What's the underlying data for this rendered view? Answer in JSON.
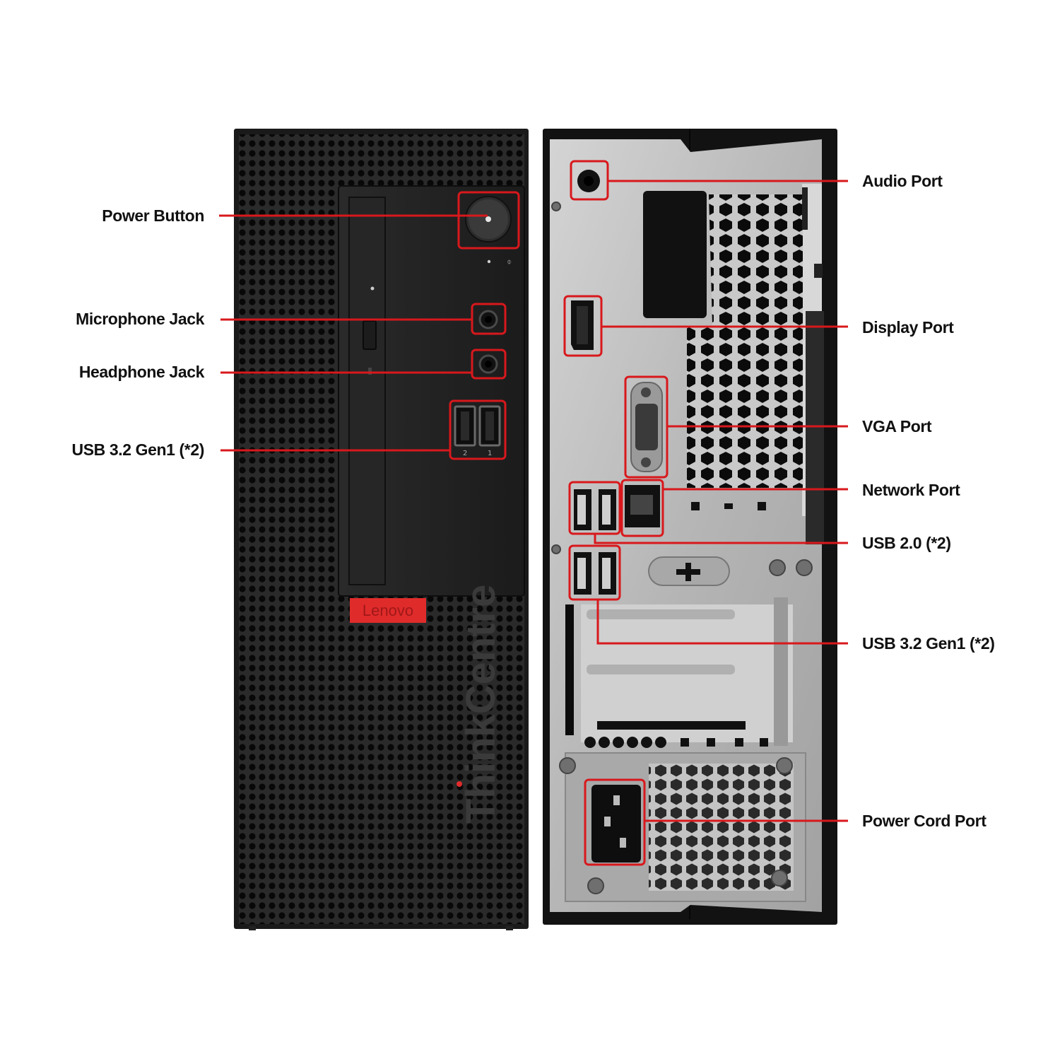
{
  "front_labels": [
    {
      "id": "power-button",
      "text": "Power Button"
    },
    {
      "id": "microphone-jack",
      "text": "Microphone Jack"
    },
    {
      "id": "headphone-jack",
      "text": "Headphone Jack"
    },
    {
      "id": "front-usb",
      "text": "USB 3.2 Gen1 (*2)"
    }
  ],
  "rear_labels": [
    {
      "id": "audio-port",
      "text": "Audio Port"
    },
    {
      "id": "display-port",
      "text": "Display Port"
    },
    {
      "id": "vga-port",
      "text": "VGA Port"
    },
    {
      "id": "network-port",
      "text": "Network Port"
    },
    {
      "id": "rear-usb2",
      "text": "USB 2.0 (*2)"
    },
    {
      "id": "rear-usb3",
      "text": "USB 3.2 Gen1 (*2)"
    },
    {
      "id": "power-cord-port",
      "text": "Power Cord Port"
    }
  ],
  "branding": {
    "badge": "Lenovo",
    "wordmark": "ThinkCentre"
  },
  "colors": {
    "callout": "#d8181c",
    "chassis": "#1c1c1c",
    "panel": "#b9b9b9",
    "badge": "#e02b2b"
  }
}
